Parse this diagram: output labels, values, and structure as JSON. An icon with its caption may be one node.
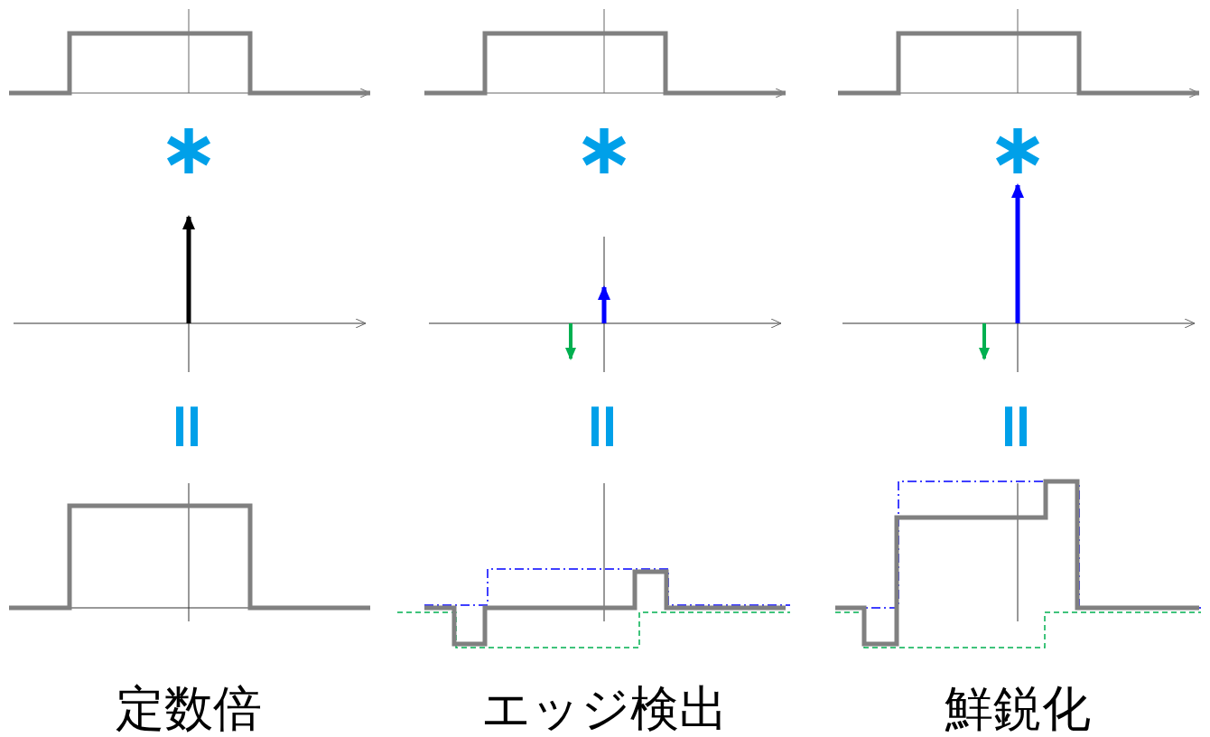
{
  "diagram": {
    "labels": [
      "∗",
      "∗",
      "∗",
      "=",
      "=",
      "=",
      "定数倍",
      "エッジ検出",
      "鮮鋭化"
    ]
  }
}
